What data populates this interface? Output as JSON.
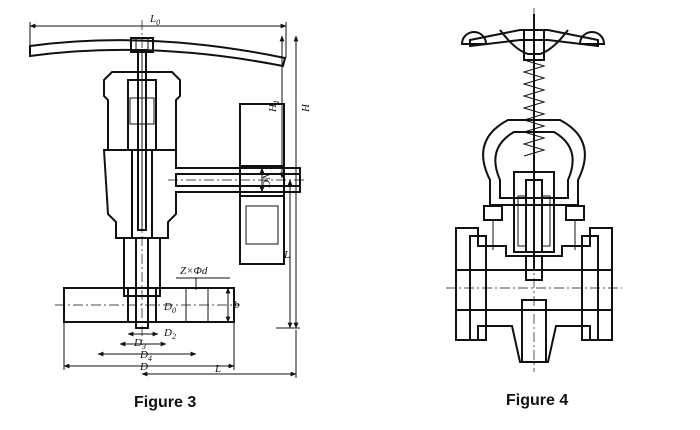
{
  "figures": [
    {
      "caption": "Figure 3",
      "labels": {
        "L0": "L",
        "L0_sub": "0",
        "H1": "H",
        "H1_sub": "1",
        "H": "H",
        "DN": "DN",
        "L": "L",
        "ZxPhiD": "Z×Φd",
        "b": "b",
        "D0": "D",
        "D0_sub": "0",
        "D2": "D",
        "D2_sub": "2",
        "D3": "D",
        "D3_sub": "3",
        "D4": "D",
        "D4_sub": "4",
        "D": "D"
      }
    },
    {
      "caption": "Figure 4"
    }
  ],
  "colors": {
    "ink": "#111111",
    "paper": "#ffffff"
  }
}
